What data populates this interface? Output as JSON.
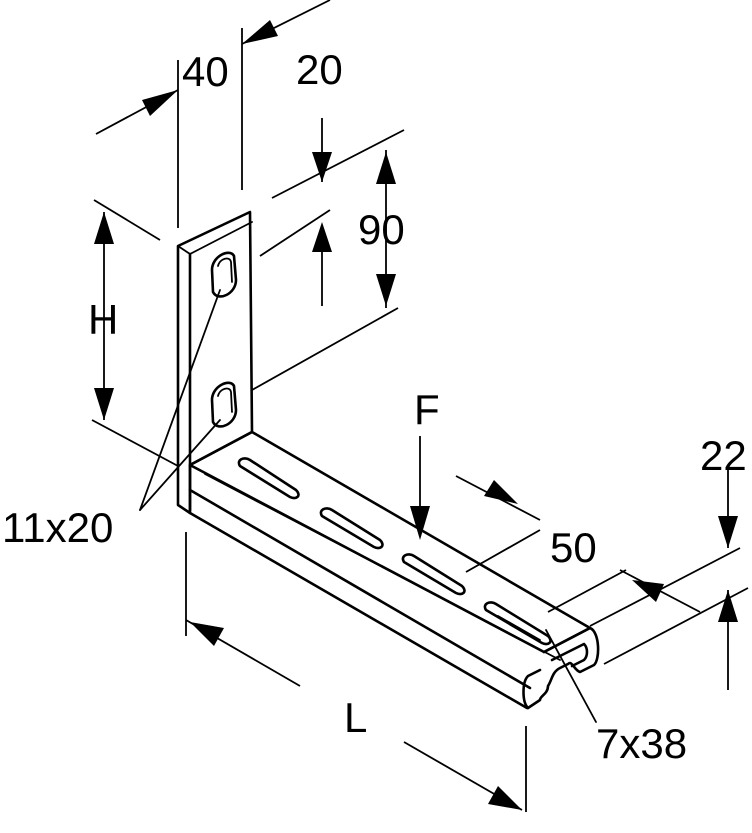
{
  "labels": {
    "plate_width": "40",
    "hole_top_offset": "20",
    "hole_spacing": "90",
    "height": "H",
    "force": "F",
    "profile_depth": "22",
    "profile_width": "50",
    "plate_hole": "11x20",
    "length": "L",
    "arm_slot": "7x38"
  }
}
